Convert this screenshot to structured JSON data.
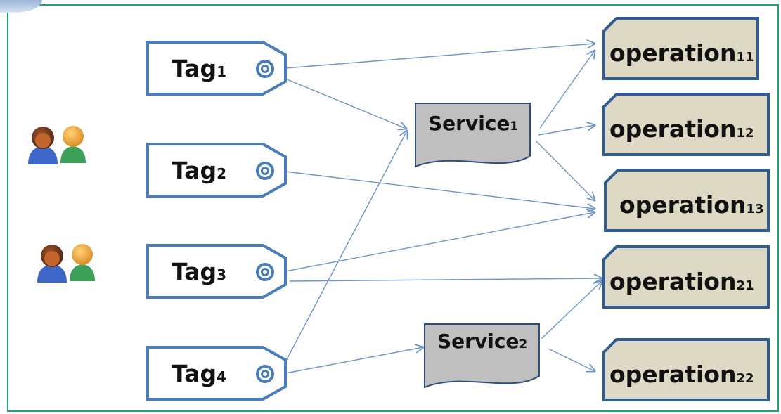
{
  "colors": {
    "tag_border": "#4a7ebb",
    "arrow": "#6d95c9",
    "service_fill": "#bfbfbf",
    "service_border": "#2f4f7a",
    "operation_fill": "#ddd9c4",
    "operation_border": "#2f5c92",
    "frame_border": "#1fa36f"
  },
  "users": [
    {
      "icon": "users-icon"
    },
    {
      "icon": "users-icon"
    }
  ],
  "tags": [
    {
      "label": "Tag",
      "sub": "1",
      "icon": "target-icon"
    },
    {
      "label": "Tag",
      "sub": "2",
      "icon": "target-icon"
    },
    {
      "label": "Tag",
      "sub": "3",
      "icon": "target-icon"
    },
    {
      "label": "Tag",
      "sub": "4",
      "icon": "target-icon"
    }
  ],
  "services": [
    {
      "label": "Service",
      "sub": "1"
    },
    {
      "label": "Service",
      "sub": "2"
    }
  ],
  "operations": [
    {
      "label": "operation",
      "sub": "11"
    },
    {
      "label": "operation",
      "sub": "12"
    },
    {
      "label": "operation",
      "sub": "13"
    },
    {
      "label": "operation",
      "sub": "21"
    },
    {
      "label": "operation",
      "sub": "22"
    }
  ]
}
